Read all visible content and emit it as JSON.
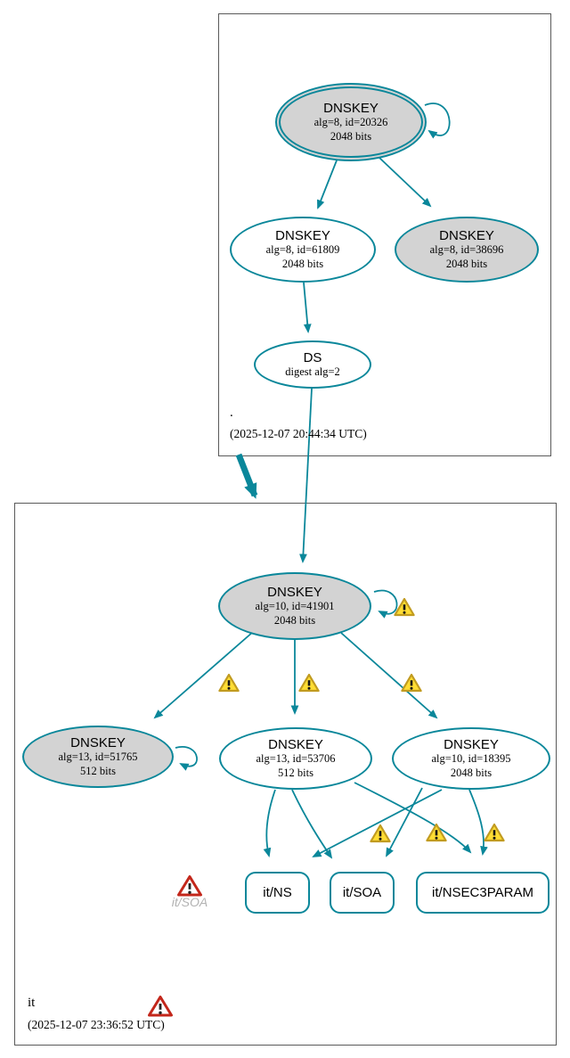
{
  "colors": {
    "secure_teal": "#0a879a",
    "node_gray_fill": "#d3d3d3",
    "node_white_fill": "#ffffff",
    "warning_yellow": "#ffdd33",
    "warning_border": "#c19b20",
    "error_red": "#c3271b",
    "cluster_border": "#5a5a5a",
    "denied_text_gray": "#b2b2b2"
  },
  "root_zone": {
    "label": ".",
    "timestamp": "(2025-12-07 20:44:34 UTC)",
    "nodes": {
      "ksk20326": {
        "title": "DNSKEY",
        "detail1": "alg=8, id=20326",
        "detail2": "2048 bits"
      },
      "key61809": {
        "title": "DNSKEY",
        "detail1": "alg=8, id=61809",
        "detail2": "2048 bits"
      },
      "key38696": {
        "title": "DNSKEY",
        "detail1": "alg=8, id=38696",
        "detail2": "2048 bits"
      },
      "ds": {
        "title": "DS",
        "detail1": "digest alg=2"
      }
    }
  },
  "it_zone": {
    "label": "it",
    "timestamp": "(2025-12-07 23:36:52 UTC)",
    "nodes": {
      "key41901": {
        "title": "DNSKEY",
        "detail1": "alg=10, id=41901",
        "detail2": "2048 bits"
      },
      "key51765": {
        "title": "DNSKEY",
        "detail1": "alg=13, id=51765",
        "detail2": "512 bits"
      },
      "key53706": {
        "title": "DNSKEY",
        "detail1": "alg=13, id=53706",
        "detail2": "512 bits"
      },
      "key18395": {
        "title": "DNSKEY",
        "detail1": "alg=10, id=18395",
        "detail2": "2048 bits"
      },
      "rrset_ns": {
        "label": "it/NS"
      },
      "rrset_soa": {
        "label": "it/SOA"
      },
      "rrset_nsec3param": {
        "label": "it/NSEC3PARAM"
      },
      "denied_soa": {
        "label": "it/SOA"
      }
    }
  }
}
